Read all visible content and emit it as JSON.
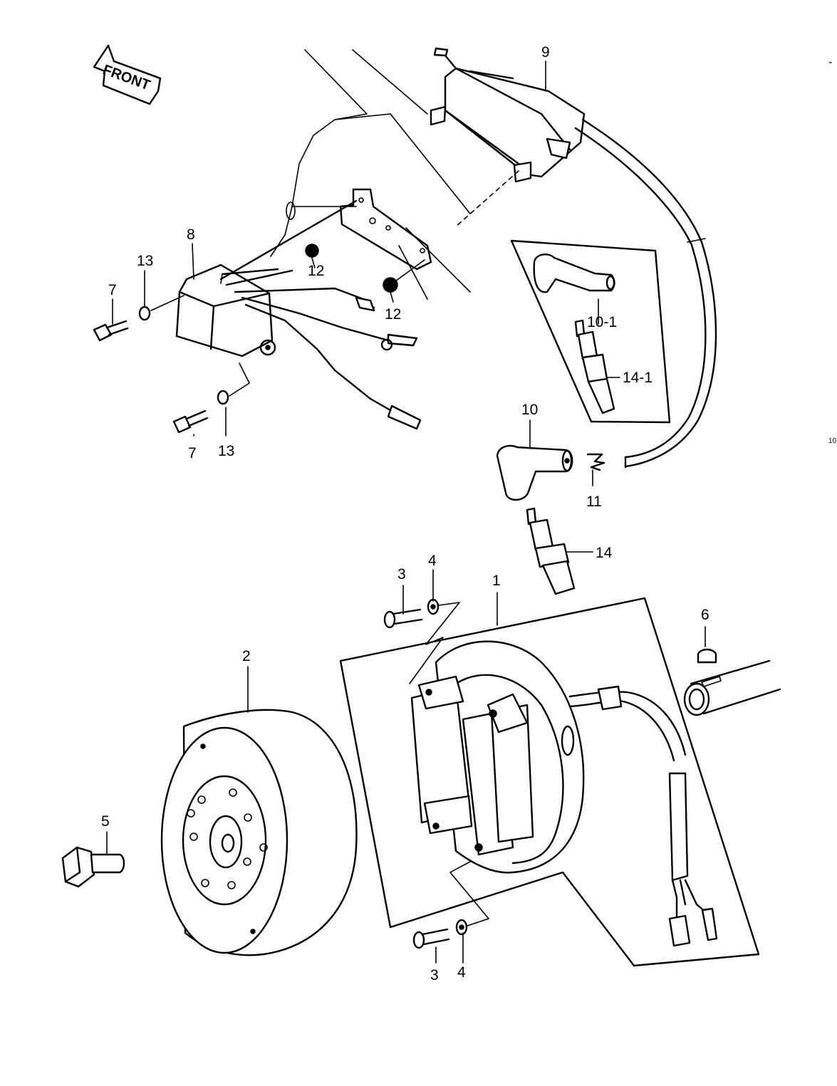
{
  "front_label": "FRONT",
  "callouts": {
    "c1": "1",
    "c2": "2",
    "c3a": "3",
    "c3b": "3",
    "c4a": "4",
    "c4b": "4",
    "c5": "5",
    "c6": "6",
    "c7a": "7",
    "c7b": "7",
    "c8": "8",
    "c9": "9",
    "c10": "10",
    "c10_1": "10-1",
    "c11": "11",
    "c12a": "12",
    "c12b": "12",
    "c13a": "13",
    "c13b": "13",
    "c14": "14",
    "c14_1": "14-1"
  },
  "edge_marks": {
    "top_right": "-",
    "right_edge": "10"
  }
}
